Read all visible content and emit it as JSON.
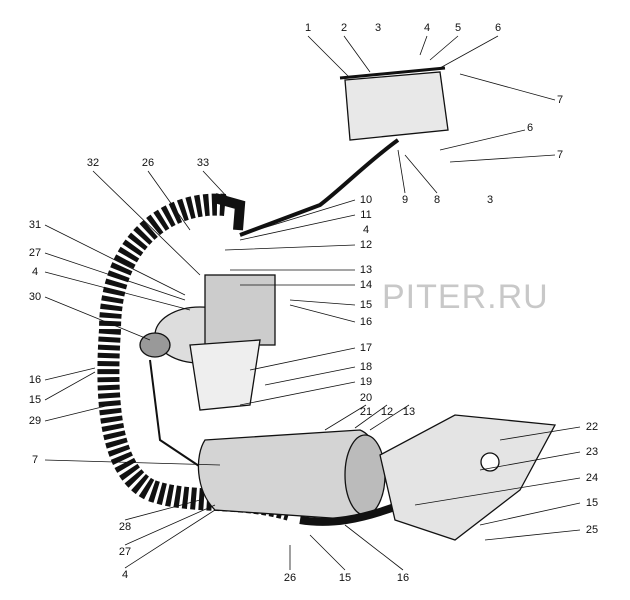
{
  "watermark": "PITER.RU",
  "callouts": [
    "1",
    "2",
    "3",
    "4",
    "5",
    "6",
    "7",
    "6",
    "7",
    "3",
    "8",
    "9",
    "32",
    "26",
    "33",
    "10",
    "11",
    "4",
    "12",
    "13",
    "14",
    "15",
    "16",
    "31",
    "27",
    "4",
    "30",
    "17",
    "18",
    "19",
    "16",
    "15",
    "29",
    "20",
    "21",
    "12",
    "13",
    "7",
    "22",
    "23",
    "24",
    "15",
    "25",
    "28",
    "27",
    "4",
    "26",
    "15",
    "16"
  ]
}
